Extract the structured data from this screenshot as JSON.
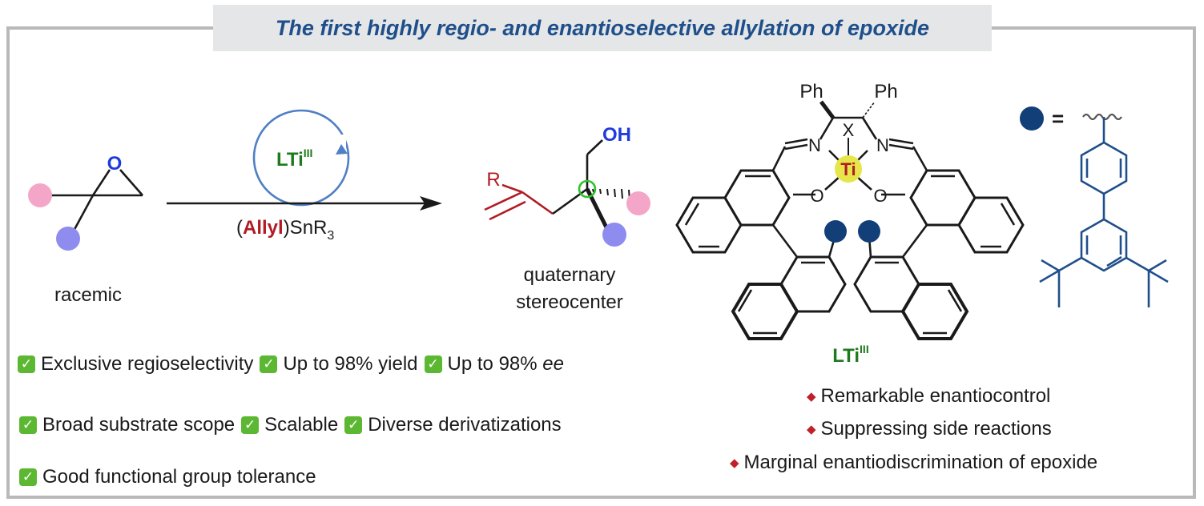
{
  "title": "The first highly regio- and enantioselective allylation of epoxide",
  "substrate": {
    "atom_o": "O",
    "caption": "racemic"
  },
  "arrow": {
    "catalyst": "LTi",
    "catalyst_sup": "III",
    "reagent_open": "(",
    "reagent_allyl": "Allyl",
    "reagent_rest": ")SnR",
    "reagent_sub": "3"
  },
  "product": {
    "oh": "OH",
    "r": "R",
    "caption_line1": "quaternary",
    "caption_line2": "stereocenter"
  },
  "catalyst_structure": {
    "ph_left": "Ph",
    "ph_right": "Ph",
    "x": "X",
    "n_left": "N",
    "n_right": "N",
    "ti": "Ti",
    "o_left": "O",
    "o_right": "O",
    "name": "LTi",
    "name_sup": "III"
  },
  "legend": {
    "equals": "="
  },
  "features": {
    "row1": [
      "Exclusive regioselectivity",
      "Up to 98% yield",
      "Up to 98%"
    ],
    "row1_ee": "ee",
    "row2": [
      "Broad substrate scope",
      "Scalable",
      "Diverse derivatizations"
    ],
    "row3": [
      "Good functional group tolerance"
    ]
  },
  "bullets": [
    "Remarkable enantiocontrol",
    "Suppressing side reactions",
    "Marginal enantiodiscrimination of epoxide"
  ],
  "colors": {
    "title": "#1f4f8a",
    "border": "#b9b9b9",
    "title_bg": "#e4e6e8",
    "green": "#1f7a1f",
    "red": "#b01c24",
    "blue_atom": "#1e3cdc",
    "pink": "#f4a6c8",
    "purple": "#8f8cf0",
    "navy_dot": "#123f78",
    "biphenyl": "#1f4f8a",
    "ti_yellow": "#e6e64a"
  },
  "icons": [
    "cycle-arrow-icon",
    "reaction-arrow-icon",
    "check-icon",
    "diamond-bullet-icon",
    "wavy-bond-icon"
  ]
}
